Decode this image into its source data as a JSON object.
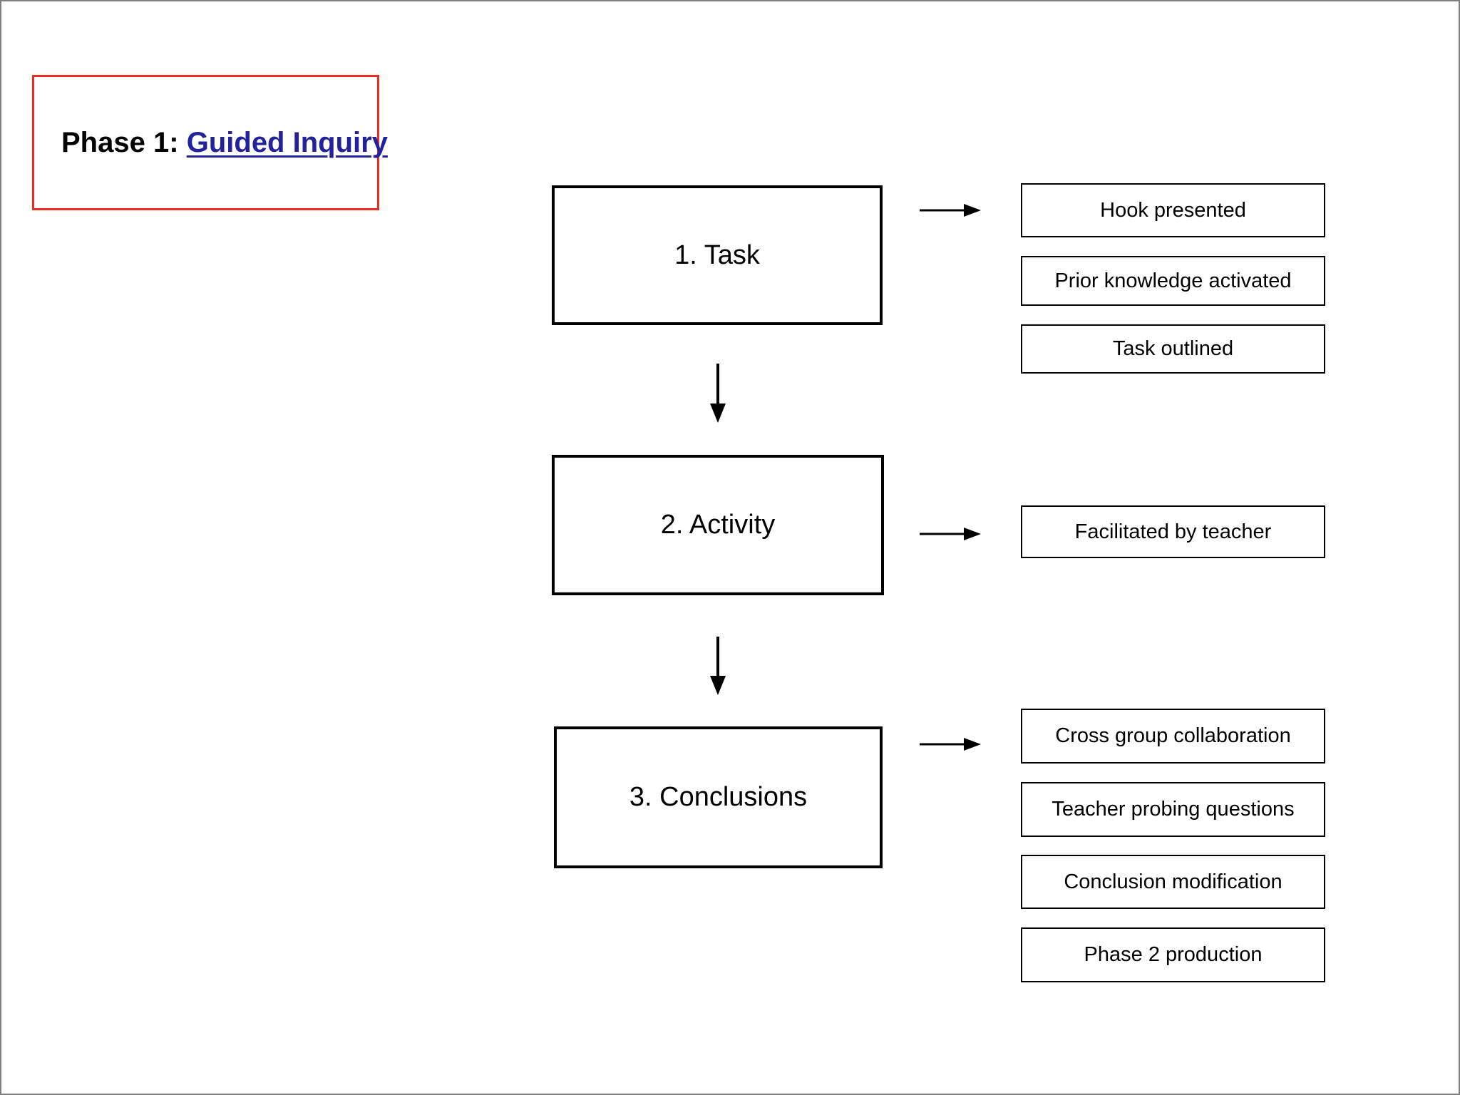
{
  "page": {
    "background": "#ffffff",
    "frame_color": "#7f7f7f"
  },
  "title_box": {
    "prefix": "Phase 1:",
    "link": "Guided Inquiry",
    "border_color": "#ee2b1f",
    "text_color": "#000000",
    "link_color": "#22229e"
  },
  "flow_steps": [
    {
      "label": "1. Task"
    },
    {
      "label": "2. Activity"
    },
    {
      "label": "3. Conclusions"
    }
  ],
  "detail_boxes": {
    "task": [
      "Hook presented",
      "Prior knowledge activated",
      "Task outlined"
    ],
    "activity": [
      "Facilitated by teacher"
    ],
    "conclusions": [
      "Cross group collaboration",
      "Teacher probing questions",
      "Conclusion modification",
      "Phase 2 production"
    ]
  },
  "arrow_color": "#000000"
}
